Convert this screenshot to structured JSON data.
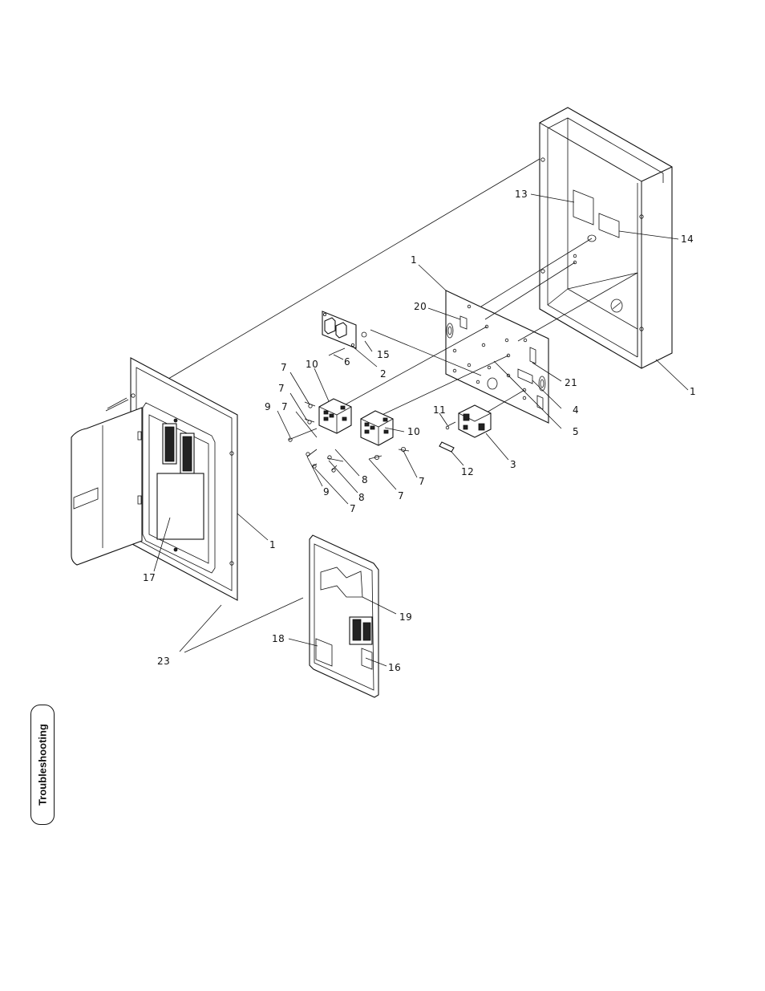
{
  "side_tab": {
    "label": "Troubleshooting"
  },
  "callouts": [
    "13",
    "14",
    "1",
    "20",
    "15",
    "2",
    "6",
    "7",
    "10",
    "7",
    "7",
    "9",
    "21",
    "4",
    "5",
    "11",
    "10",
    "3",
    "12",
    "8",
    "7",
    "7",
    "9",
    "8",
    "7",
    "1",
    "17",
    "19",
    "18",
    "16",
    "23",
    "1"
  ]
}
